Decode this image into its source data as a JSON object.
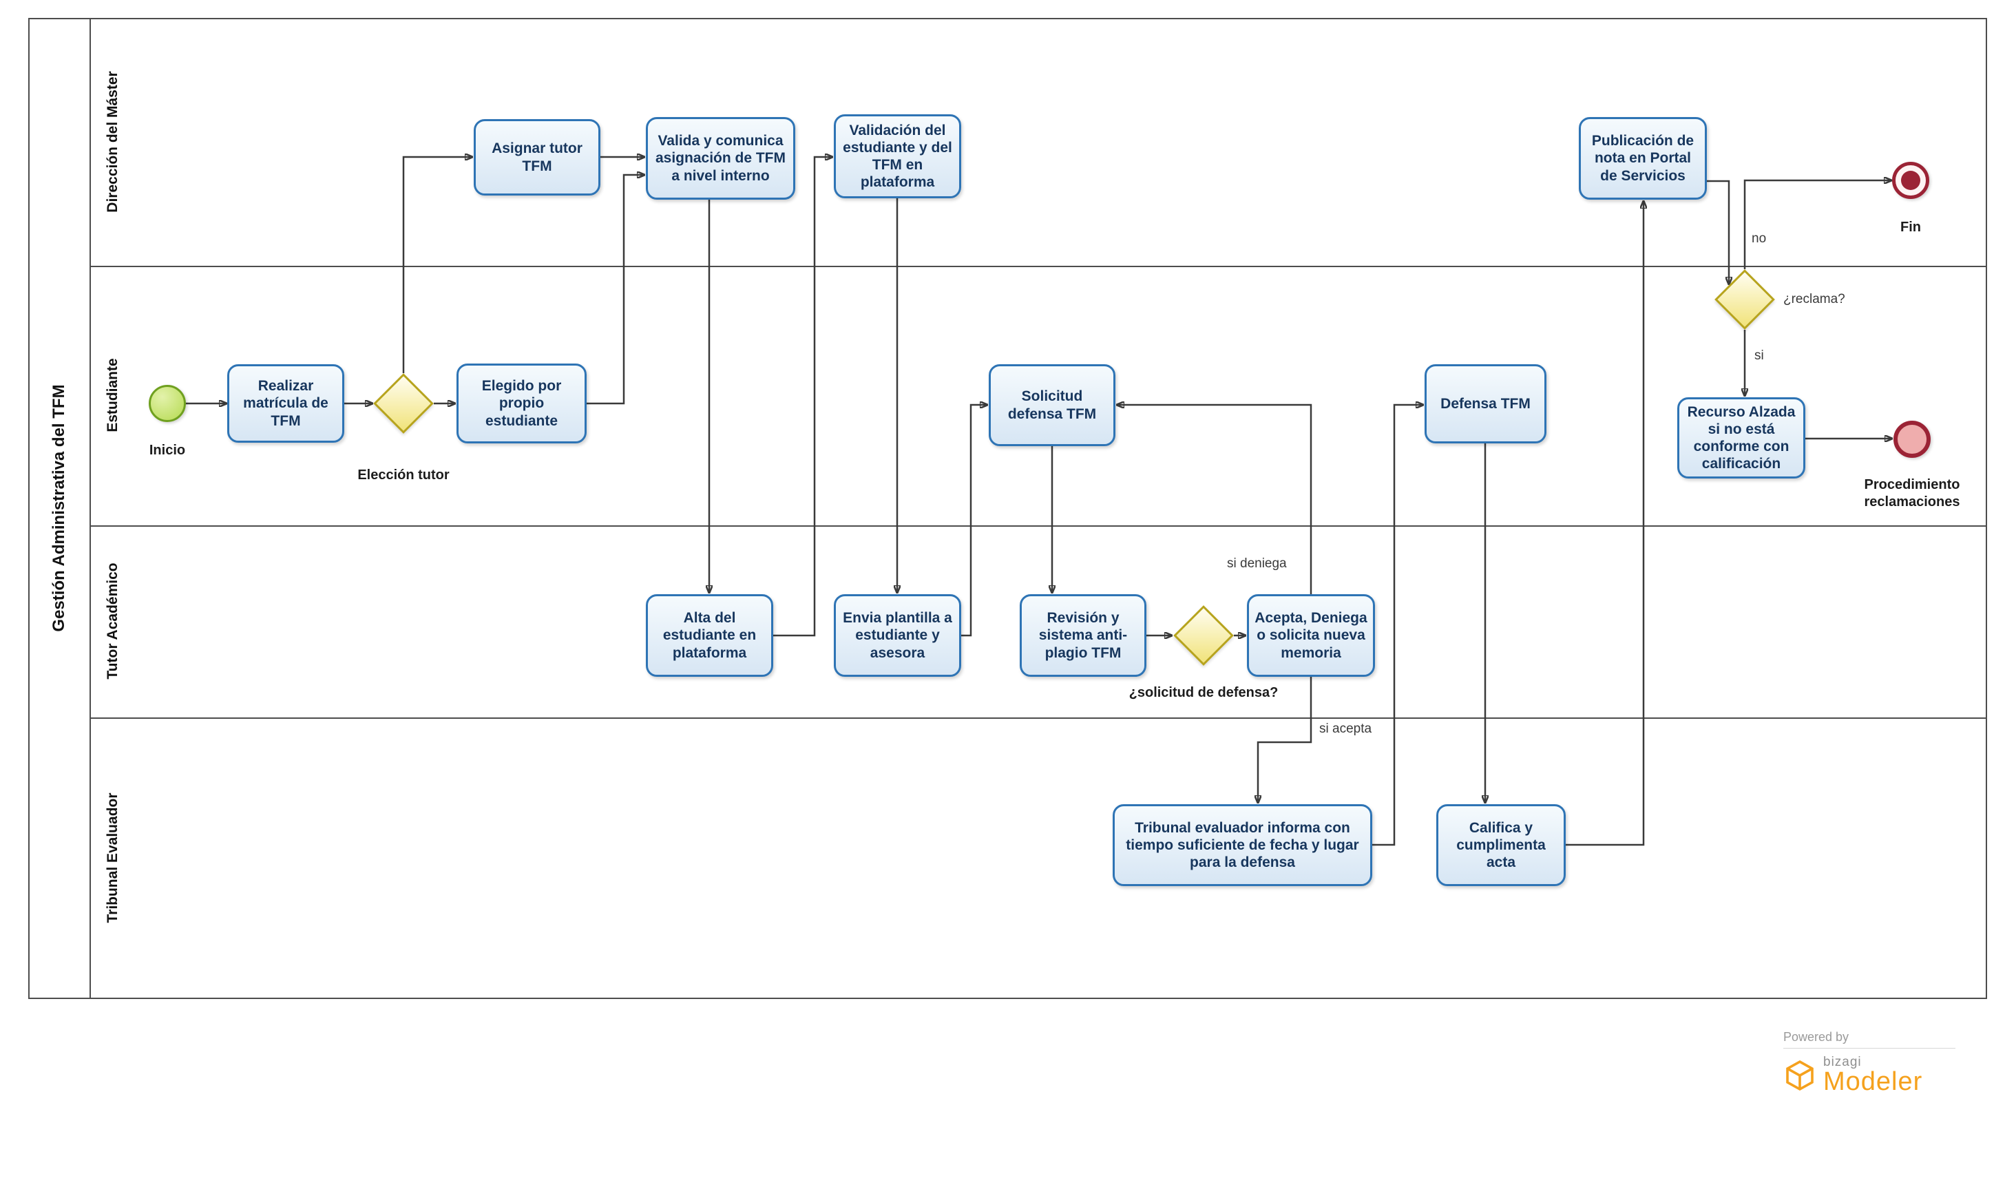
{
  "pool": {
    "title": "Gestión Administrativa del TFM"
  },
  "lanes": {
    "direccion": "Dirección del Máster",
    "estudiante": "Estudiante",
    "tutor": "Tutor Académico",
    "tribunal": "Tribunal Evaluador"
  },
  "events": {
    "inicio": "Inicio",
    "fin": "Fin",
    "procedimiento": "Procedimiento reclamaciones"
  },
  "tasks": {
    "realizar_matricula": "Realizar matrícula de TFM",
    "asignar_tutor": "Asignar tutor TFM",
    "elegido_estudiante": "Elegido por propio estudiante",
    "valida_comunica": "Valida y comunica asignación de TFM a nivel interno",
    "validacion_plataforma": "Validación del estudiante y del TFM en plataforma",
    "alta_estudiante": "Alta del estudiante en plataforma",
    "envia_plantilla": "Envia plantilla a estudiante y asesora",
    "solicitud_defensa": "Solicitud defensa TFM",
    "revision_antiplagio": "Revisión y sistema anti-plagio TFM",
    "acepta_deniega": "Acepta, Deniega o solicita nueva memoria",
    "tribunal_informa": "Tribunal evaluador informa con tiempo suficiente de fecha y lugar para la defensa",
    "defensa": "Defensa TFM",
    "califica_acta": "Califica y cumplimenta acta",
    "publicacion_nota": "Publicación de nota en Portal de Servicios",
    "recurso_alzada": "Recurso Alzada si no está conforme con calificación"
  },
  "gateways": {
    "eleccion_tutor": "Elección tutor",
    "solicitud_defensa_q": "¿solicitud de defensa?",
    "reclama": "¿reclama?"
  },
  "flow_labels": {
    "si_deniega": "si deniega",
    "si_acepta": "si acepta",
    "no": "no",
    "si": "si"
  },
  "branding": {
    "powered_by": "Powered by",
    "brand": "bizagi",
    "product": "Modeler"
  },
  "colors": {
    "task_border": "#2e74b5",
    "task_fill": "#d7e6f4",
    "gateway_border": "#b7a41d",
    "gateway_fill": "#f1e37a",
    "start_border": "#6fa01f",
    "start_fill": "#b5da51",
    "end_border": "#9b2335",
    "end_fill": "#efadad",
    "brand_orange": "#f5a11d",
    "flow_line": "#3a3a3a"
  }
}
